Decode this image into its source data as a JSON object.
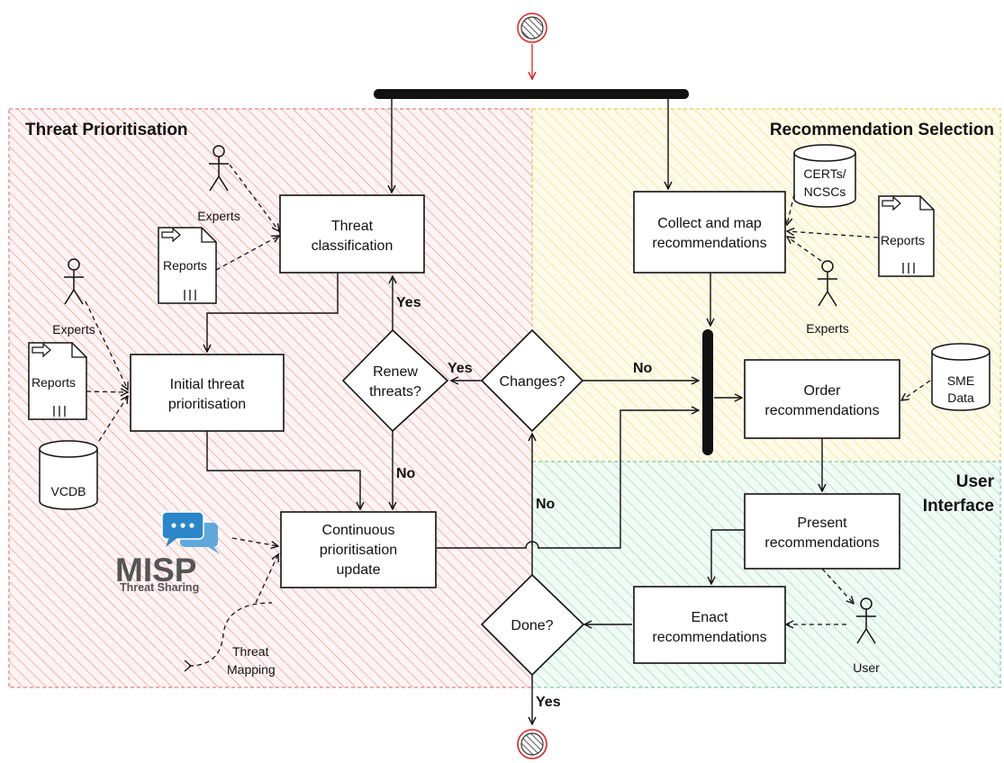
{
  "lanes": {
    "threat_prioritisation": "Threat Prioritisation",
    "recommendation_selection": "Recommendation Selection",
    "user_interface_line1": "User",
    "user_interface_line2": "Interface"
  },
  "colors": {
    "lane_red": "#e35c5c",
    "lane_yellow": "#e8d04a",
    "lane_green": "#5cc48c",
    "start_end": "#e02020",
    "misp_blue": "#2b86c9",
    "misp_grey": "#555555"
  },
  "nodes": {
    "threat_classification": [
      "Threat",
      "classification"
    ],
    "initial_prioritisation": [
      "Initial threat",
      "prioritisation"
    ],
    "continuous_update": [
      "Continuous",
      "prioritisation",
      "update"
    ],
    "collect_map": [
      "Collect and map",
      "recommendations"
    ],
    "order": [
      "Order",
      "recommendations"
    ],
    "present": [
      "Present",
      "recommendations"
    ],
    "enact": [
      "Enact",
      "recommendations"
    ]
  },
  "decisions": {
    "renew": [
      "Renew",
      "threats?"
    ],
    "changes": "Changes?",
    "done": "Done?"
  },
  "edge_labels": {
    "yes_renew_to_classification": "Yes",
    "no_renew_to_update": "No",
    "yes_changes_to_renew": "Yes",
    "no_changes_to_join": "No",
    "no_done_to_changes": "No",
    "yes_done_to_end": "Yes"
  },
  "actors": {
    "experts_top": "Experts",
    "experts_left": "Experts",
    "experts_right": "Experts",
    "user": "User"
  },
  "documents": {
    "reports_top": "Reports",
    "reports_left": "Reports",
    "reports_right": "Reports"
  },
  "databases": {
    "vcdb": "VCDB",
    "certs": [
      "CERTs/",
      "NCSCs"
    ],
    "sme": [
      "SME",
      "Data"
    ]
  },
  "misp": {
    "wordmark": "MISP",
    "tagline": "Threat Sharing"
  },
  "threat_mapping": [
    "Threat",
    "Mapping"
  ]
}
